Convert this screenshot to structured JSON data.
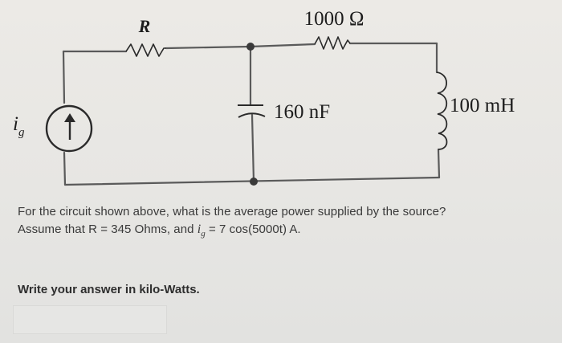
{
  "circuit": {
    "resistor_r_label": "R",
    "resistor_1000_label": "1000 Ω",
    "capacitor_label": "160 nF",
    "inductor_label": "100 mH",
    "source_label_main": "i",
    "source_label_sub": "g"
  },
  "question": {
    "line1": "For the circuit shown above, what is the average power supplied by the source?",
    "line2_prefix": "Assume that R = 345 Ohms, and ",
    "line2_var": "i",
    "line2_var_sub": "g",
    "line2_suffix": " = 7 cos(5000t) A.",
    "instruction": "Write your answer in kilo-Watts."
  },
  "colors": {
    "wire": "#5a5a5a",
    "component": "#2a2a2a",
    "resistor_r_label": "#7a2e22",
    "text": "#3a3a3a"
  }
}
